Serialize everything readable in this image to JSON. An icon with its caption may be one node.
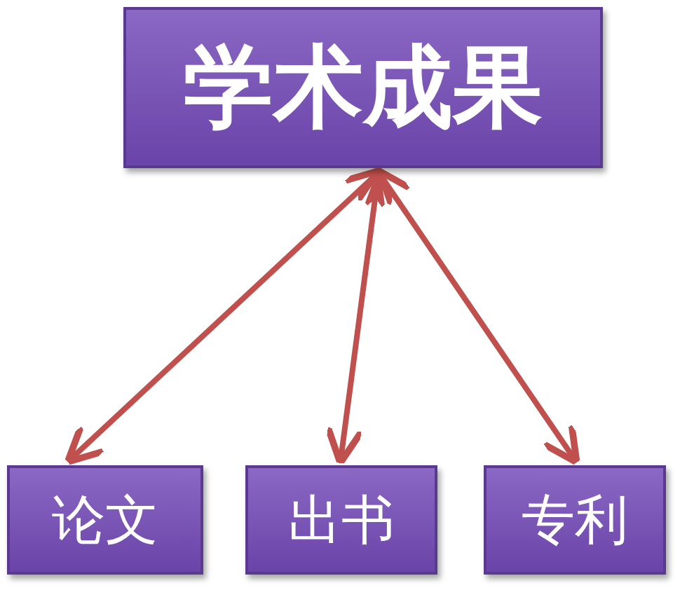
{
  "diagram": {
    "nodes": [
      {
        "text": [
          "学术成果"
        ]
      },
      {
        "text": [
          "论文"
        ]
      },
      {
        "text": [
          "出书"
        ]
      },
      {
        "text": [
          "专利"
        ]
      }
    ],
    "edges": [
      {
        "from": 0,
        "to": 1,
        "arrow": "both"
      },
      {
        "from": 0,
        "to": 2,
        "arrow": "both"
      },
      {
        "from": 0,
        "to": 3,
        "arrow": "both"
      }
    ]
  }
}
